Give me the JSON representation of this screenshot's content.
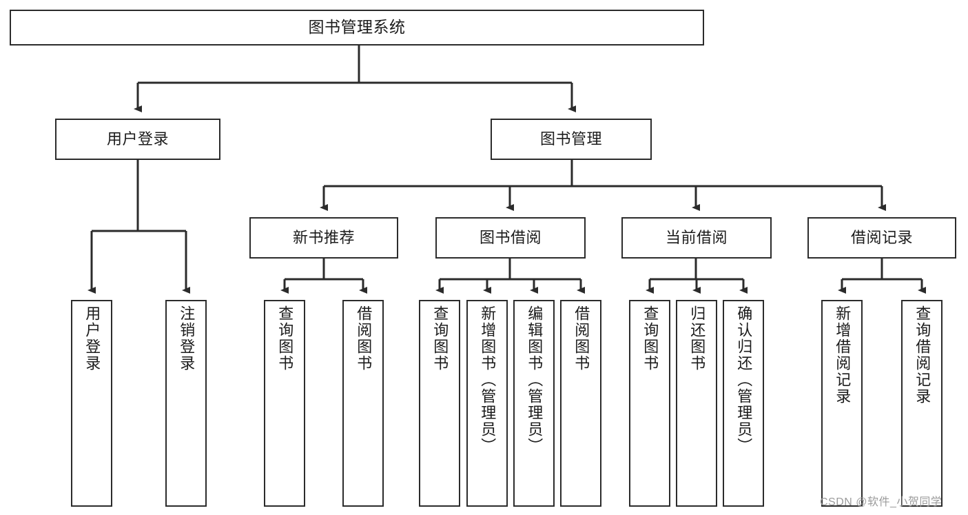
{
  "diagram": {
    "title": "图书管理系统",
    "type": "hierarchy-tree",
    "levels": 4,
    "root": {
      "label": "图书管理系统"
    },
    "level2": [
      {
        "label": "用户登录"
      },
      {
        "label": "图书管理"
      }
    ],
    "level3": [
      {
        "label": "新书推荐"
      },
      {
        "label": "图书借阅"
      },
      {
        "label": "当前借阅"
      },
      {
        "label": "借阅记录"
      }
    ],
    "leaves": {
      "user_login": [
        {
          "label": "用户登录"
        },
        {
          "label": "注销登录"
        }
      ],
      "new_book_recommend": [
        {
          "label": "查询图书"
        },
        {
          "label": "借阅图书"
        }
      ],
      "book_borrow": [
        {
          "label": "查询图书"
        },
        {
          "label": "新增图书（管理员）"
        },
        {
          "label": "编辑图书（管理员）"
        },
        {
          "label": "借阅图书"
        }
      ],
      "current_borrow": [
        {
          "label": "查询图书"
        },
        {
          "label": "归还图书"
        },
        {
          "label": "确认归还（管理员）"
        }
      ],
      "borrow_record": [
        {
          "label": "新增借阅记录"
        },
        {
          "label": "查询借阅记录"
        }
      ]
    }
  },
  "watermark": {
    "text": "CSDN @软件_小贺同学"
  },
  "colors": {
    "background": "#ffffff",
    "box_border": "#2b2b2b",
    "box_fill": "#ffffff",
    "connector": "#2b2b2b",
    "text": "#1b1b1b",
    "watermark": "#9b9b9b"
  }
}
